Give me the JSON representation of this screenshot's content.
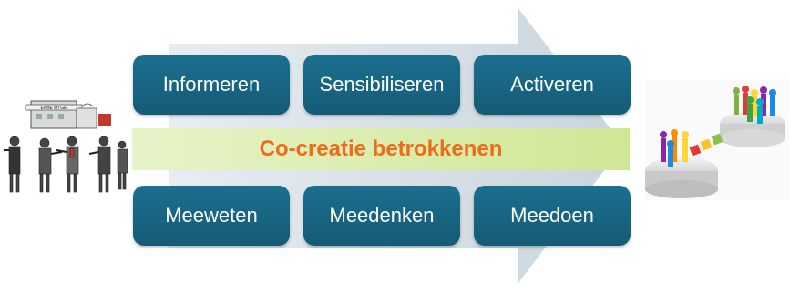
{
  "top_row": [
    "Informeren",
    "Sensibiliseren",
    "Activeren"
  ],
  "bottom_row": [
    "Meeweten",
    "Meedenken",
    "Meedoen"
  ],
  "band_label": "Co-creatie betrokkenen",
  "left_image": {
    "sign_text": "EABE en GE"
  },
  "colors": {
    "box": "#1b6f8f",
    "band_start": "#e7f3c8",
    "band_end": "#cfe795",
    "band_text": "#ee6b1b",
    "arrow": "#d3dde4"
  }
}
